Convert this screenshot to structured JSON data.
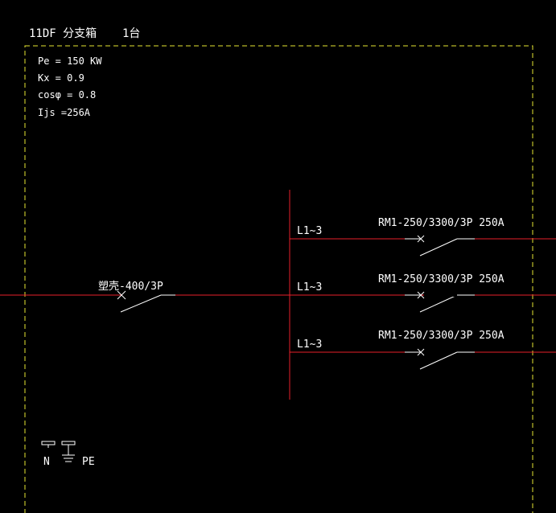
{
  "panel": {
    "name": "11DF 分支箱",
    "quantity": "1台"
  },
  "load_params": {
    "pe": "Pe = 150 KW",
    "kx": "Kx = 0.9",
    "cos": "cosφ = 0.8",
    "ijs": "Ijs =256A"
  },
  "main_switch": {
    "label": "塑壳-400/3P"
  },
  "branches": [
    {
      "phase": "L1~3",
      "breaker": "RM1-250/3300/3P 250A"
    },
    {
      "phase": "L1~3",
      "breaker": "RM1-250/3300/3P 250A"
    },
    {
      "phase": "L1~3",
      "breaker": "RM1-250/3300/3P 250A"
    }
  ],
  "terminals": {
    "n_label": "N",
    "pe_label": "PE"
  },
  "colors": {
    "background": "#000000",
    "wire": "#e8212a",
    "text": "#ffffff",
    "frame": "#e6e632"
  }
}
